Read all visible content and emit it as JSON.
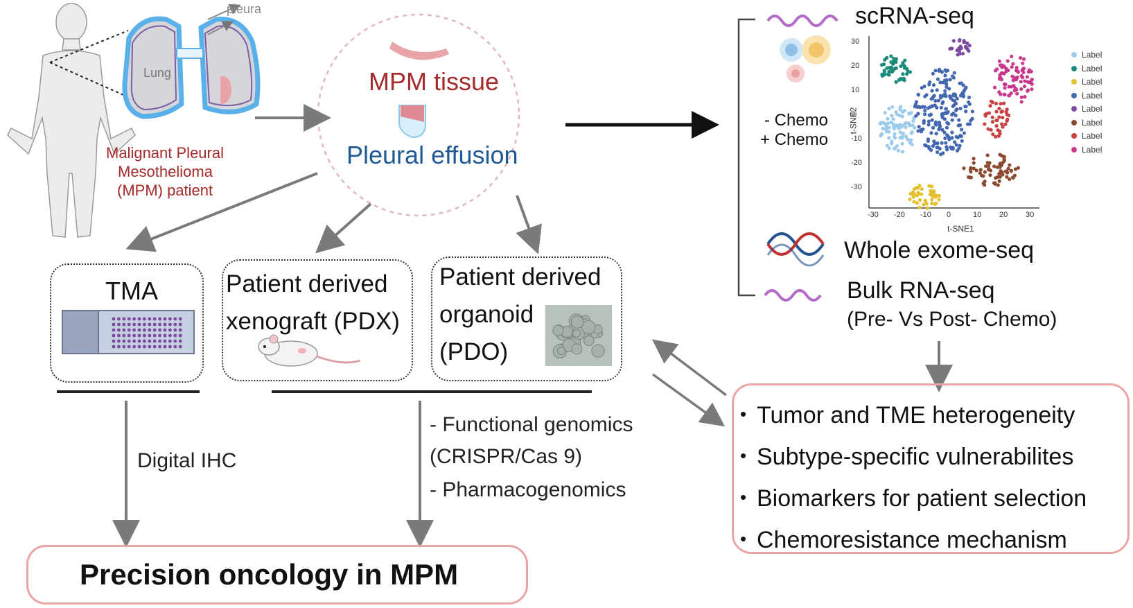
{
  "patient": {
    "pleura_label": "pleura",
    "lung_label": "Lung",
    "label_line1": "Malignant Pleural",
    "label_line2": "Mesothelioma",
    "label_line3": "(MPM) patient"
  },
  "sources": {
    "tissue": "MPM tissue",
    "effusion": "Pleural effusion"
  },
  "models": {
    "tma": "TMA",
    "pdx_line1": "Patient derived",
    "pdx_line2": "xenograft (PDX)",
    "pdo_line1": "Patient derived",
    "pdo_line2": "organoid",
    "pdo_line3": "(PDO)"
  },
  "methods": {
    "digital_ihc": "Digital IHC",
    "genomics_line1": "- Functional genomics",
    "genomics_line2": "(CRISPR/Cas 9)",
    "genomics_line3": "- Pharmacogenomics"
  },
  "outcome": {
    "precision": "Precision oncology in MPM"
  },
  "sequencing": {
    "scrna": "scRNA-seq",
    "chemo_minus": "- Chemo",
    "chemo_plus": "+ Chemo",
    "wes": "Whole exome-seq",
    "bulk_line1": "Bulk RNA-seq",
    "bulk_line2": "(Pre- Vs Post- Chemo)"
  },
  "findings": [
    "Tumor and TME heterogeneity",
    "Subtype-specific vulnerabilites",
    "Biomarkers for patient selection",
    "Chemoresistance mechanism"
  ],
  "tsne": {
    "xlabel": "t-SNE1",
    "ylabel": "t-SNE2",
    "x_ticks": [
      "-30",
      "-20",
      "-10",
      "0",
      "10",
      "20",
      "30"
    ],
    "y_ticks": [
      "30",
      "20",
      "10",
      "0",
      "-10",
      "-20",
      "-30"
    ],
    "legend": [
      {
        "label": "Label",
        "color": "#9ccbeb"
      },
      {
        "label": "Label",
        "color": "#1a8a7a"
      },
      {
        "label": "Label",
        "color": "#e4c030"
      },
      {
        "label": "Label",
        "color": "#4468b0"
      },
      {
        "label": "Label",
        "color": "#7d4aa0"
      },
      {
        "label": "Label",
        "color": "#8b4a30"
      },
      {
        "label": "Label",
        "color": "#c84040"
      },
      {
        "label": "Label",
        "color": "#c8398e"
      }
    ]
  },
  "colors": {
    "accent_red": "#a52a2a",
    "accent_blue": "#1f5a96",
    "pink_border": "#e8a4a7",
    "arrow_gray": "#7a7a7a"
  }
}
